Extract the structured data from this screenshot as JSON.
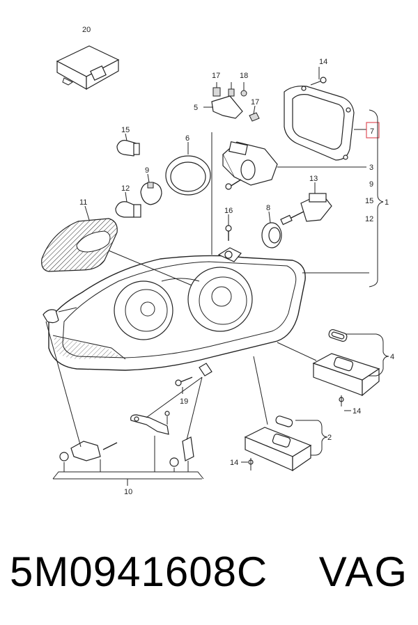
{
  "diagram": {
    "callouts": {
      "c20": "20",
      "c14a": "14",
      "c17a": "17",
      "c17b": "17",
      "c18": "18",
      "c5": "5",
      "c7": "7",
      "c15a": "15",
      "c6": "6",
      "c3": "3",
      "c9a": "9",
      "c9b": "9",
      "c15b": "15",
      "c1": "1",
      "c12a": "12",
      "c12b": "12",
      "c13": "13",
      "c11": "11",
      "c16": "16",
      "c8": "8",
      "c4": "4",
      "c14b": "14",
      "c19": "19",
      "c2": "2",
      "c14c": "14",
      "c10": "10"
    },
    "highlight_color": "#e0505a"
  },
  "footer": {
    "part_number": "5M0941608C",
    "brand": "VAG"
  }
}
